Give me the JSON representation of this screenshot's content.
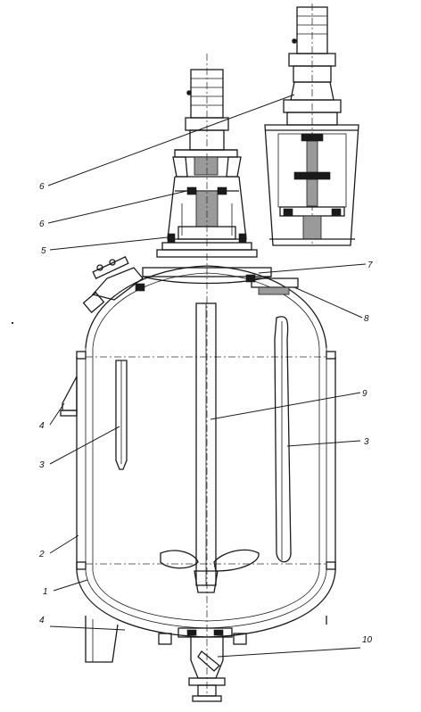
{
  "callouts": [
    {
      "id": "c6a",
      "text": "6"
    },
    {
      "id": "c6b",
      "text": "6"
    },
    {
      "id": "c5",
      "text": "5"
    },
    {
      "id": "c7",
      "text": "7"
    },
    {
      "id": "c8",
      "text": "8"
    },
    {
      "id": "c9",
      "text": "9"
    },
    {
      "id": "c4a",
      "text": "4"
    },
    {
      "id": "c3a",
      "text": "3"
    },
    {
      "id": "c3b",
      "text": "3"
    },
    {
      "id": "c2",
      "text": "2"
    },
    {
      "id": "c1",
      "text": "1"
    },
    {
      "id": "c4b",
      "text": "4"
    },
    {
      "id": "c10",
      "text": "10"
    }
  ]
}
